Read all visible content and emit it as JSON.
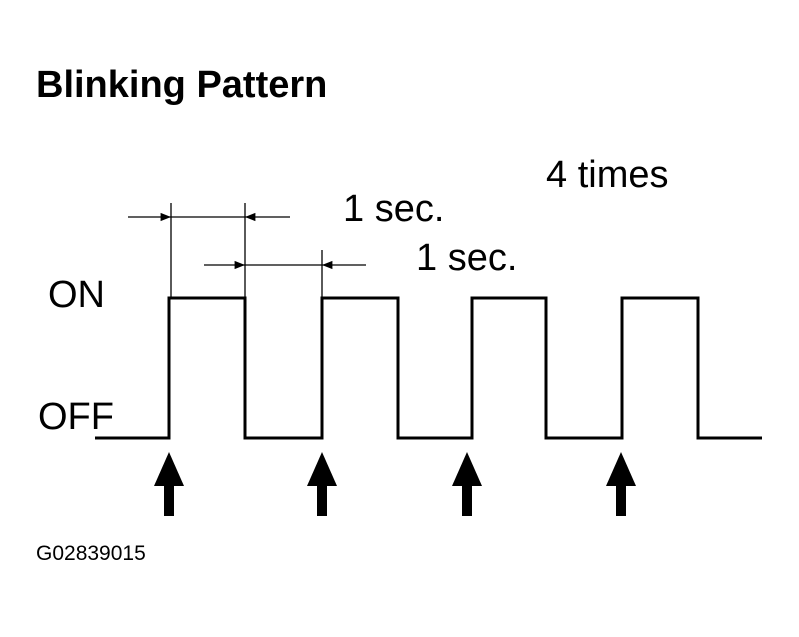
{
  "title": "Blinking Pattern",
  "state_labels": {
    "on": "ON",
    "off": "OFF"
  },
  "annotations": {
    "repeat_count": "4 times",
    "on_duration": "1 sec.",
    "off_duration": "1 sec."
  },
  "figure_code": "G02839015",
  "pulses": [
    {
      "state": "ON"
    },
    {
      "state": "ON"
    },
    {
      "state": "ON"
    },
    {
      "state": "ON"
    }
  ],
  "colors": {
    "stroke": "#000000",
    "background": "#ffffff"
  }
}
